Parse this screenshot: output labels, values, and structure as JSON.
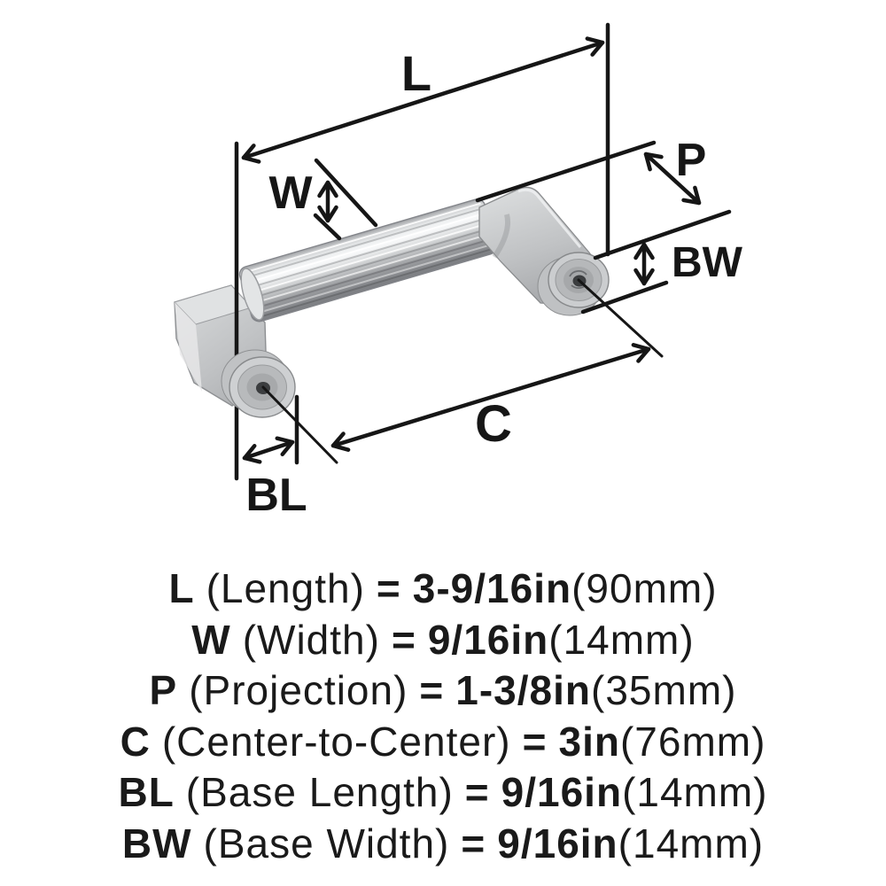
{
  "diagram": {
    "labels": {
      "length": "L",
      "width": "W",
      "projection": "P",
      "base_width": "BW",
      "center_to_center": "C",
      "base_length": "BL"
    }
  },
  "legend": {
    "items": [
      {
        "abbr": "L",
        "name": "(Length)",
        "eq": "=",
        "value": "3-9/16in",
        "metric": "(90mm)"
      },
      {
        "abbr": "W",
        "name": "(Width)",
        "eq": "=",
        "value": "9/16in",
        "metric": "(14mm)"
      },
      {
        "abbr": "P",
        "name": "(Projection)",
        "eq": "=",
        "value": "1-3/8in",
        "metric": "(35mm)"
      },
      {
        "abbr": "C",
        "name": "(Center-to-Center)",
        "eq": "=",
        "value": "3in",
        "metric": "(76mm)"
      },
      {
        "abbr": "BL",
        "name": "(Base Length)",
        "eq": "=",
        "value": "9/16in",
        "metric": "(14mm)"
      },
      {
        "abbr": "BW",
        "name": "(Base Width)",
        "eq": "=",
        "value": "9/16in",
        "metric": "(14mm)"
      }
    ]
  },
  "colors": {
    "background": "#ffffff",
    "line": "#161616",
    "metal_light": "#eceeef",
    "metal_mid": "#c2c4c6",
    "metal_dark": "#8c8e92",
    "screw_hole": "#3b3d3f"
  }
}
